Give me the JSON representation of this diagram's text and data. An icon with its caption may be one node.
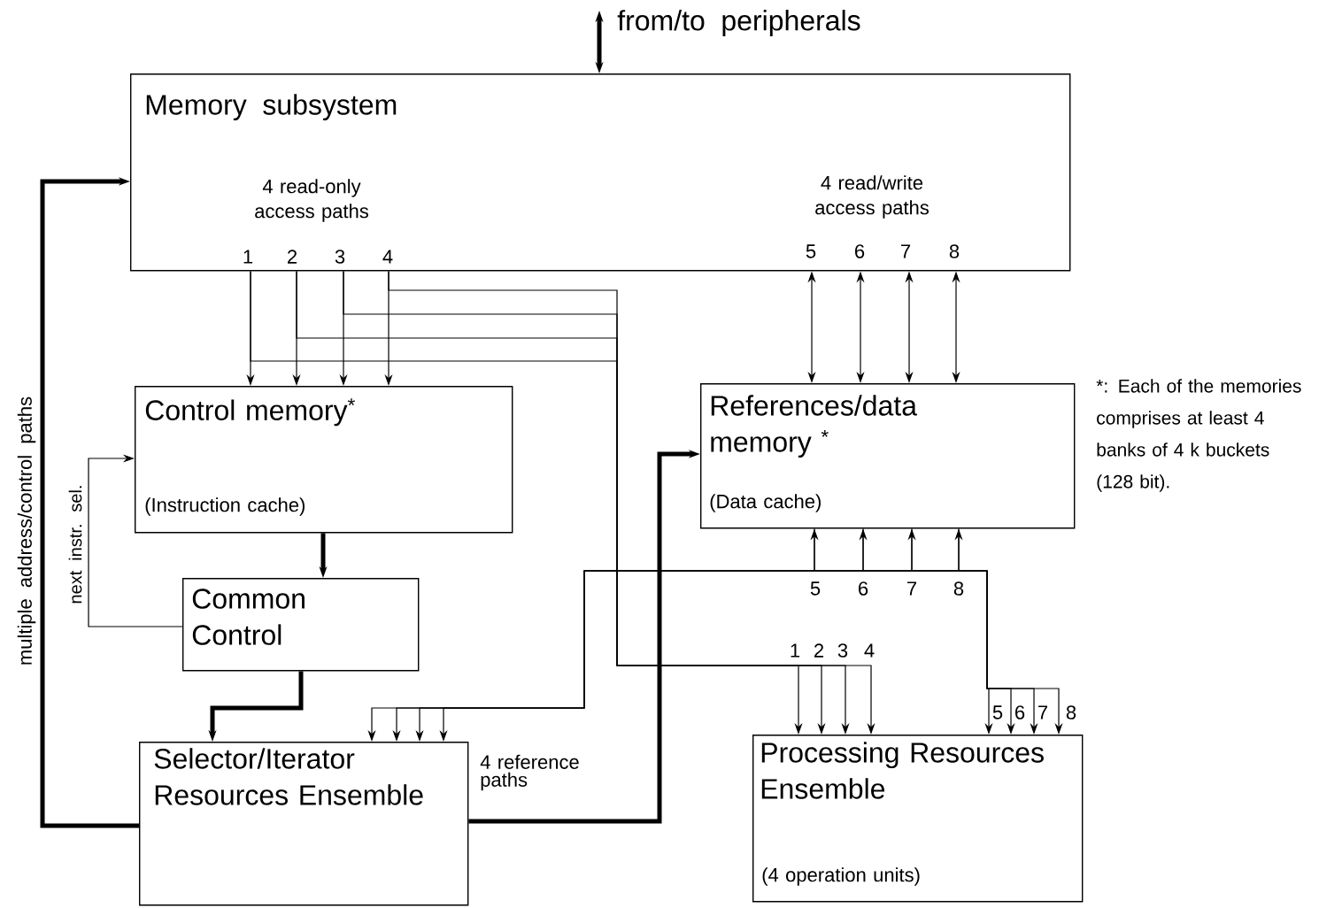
{
  "diagram": {
    "nodes": [
      {
        "text": [
          "Memory subsystem",
          "4 read-only access paths",
          "4 read/write access paths"
        ]
      },
      {
        "text": [
          "Control memory$^{*}$",
          "(Instruction cache)"
        ]
      },
      {
        "text": [
          "References/data memory $^{*}$",
          "(Data cache)"
        ]
      },
      {
        "text": [
          "Common Control"
        ]
      },
      {
        "text": [
          "Selector/Iterator Resources Ensemble"
        ]
      },
      {
        "text": [
          "Processing Resources Ensemble",
          "(4 operation units)"
        ]
      }
    ],
    "edges": [
      {
        "from": null,
        "to": 0,
        "arrow": "both",
        "style": "thick",
        "label": "from/to peripherals"
      },
      {
        "from": 0,
        "to": 1,
        "arrow": "to"
      },
      {
        "from": 0,
        "to": 1,
        "arrow": "to"
      },
      {
        "from": 0,
        "to": 1,
        "arrow": "to"
      },
      {
        "from": 0,
        "to": 1,
        "arrow": "to"
      },
      {
        "from": 0,
        "to": 5,
        "arrow": "to"
      },
      {
        "from": 0,
        "to": 5,
        "arrow": "to"
      },
      {
        "from": 0,
        "to": 5,
        "arrow": "to"
      },
      {
        "from": 0,
        "to": 5,
        "arrow": "to"
      },
      {
        "from": 0,
        "to": 2,
        "arrow": "both"
      },
      {
        "from": 0,
        "to": 2,
        "arrow": "both"
      },
      {
        "from": 0,
        "to": 2,
        "arrow": "both"
      },
      {
        "from": 0,
        "to": 2,
        "arrow": "both"
      },
      {
        "from": 2,
        "to": 5,
        "arrow": "both"
      },
      {
        "from": 2,
        "to": 5,
        "arrow": "both"
      },
      {
        "from": 2,
        "to": 5,
        "arrow": "both"
      },
      {
        "from": 2,
        "to": 5,
        "arrow": "both"
      },
      {
        "from": 2,
        "to": 4,
        "arrow": "to"
      },
      {
        "from": 2,
        "to": 4,
        "arrow": "to"
      },
      {
        "from": 2,
        "to": 4,
        "arrow": "to"
      },
      {
        "from": 2,
        "to": 4,
        "arrow": "to"
      },
      {
        "from": 1,
        "to": 3,
        "arrow": "to",
        "style": "thick"
      },
      {
        "from": 3,
        "to": 1,
        "arrow": "to",
        "label": "next instr. sel."
      },
      {
        "from": 3,
        "to": 4,
        "arrow": "to",
        "style": "thick"
      },
      {
        "from": 4,
        "to": 0,
        "arrow": "to",
        "style": "thick",
        "label": "multiple address/control paths"
      },
      {
        "from": 4,
        "to": 2,
        "arrow": "to",
        "style": "thick",
        "label": "4 reference paths"
      }
    ],
    "labels": [
      "1",
      "2",
      "3",
      "4",
      "5",
      "6",
      "7",
      "8",
      "*: Each of the memories comprises at least 4 banks of 4 k buckets (128 bit).",
      "5",
      "6",
      "7",
      "8",
      "1",
      "2",
      "3",
      "4",
      "5",
      "6",
      "7",
      "8"
    ]
  }
}
